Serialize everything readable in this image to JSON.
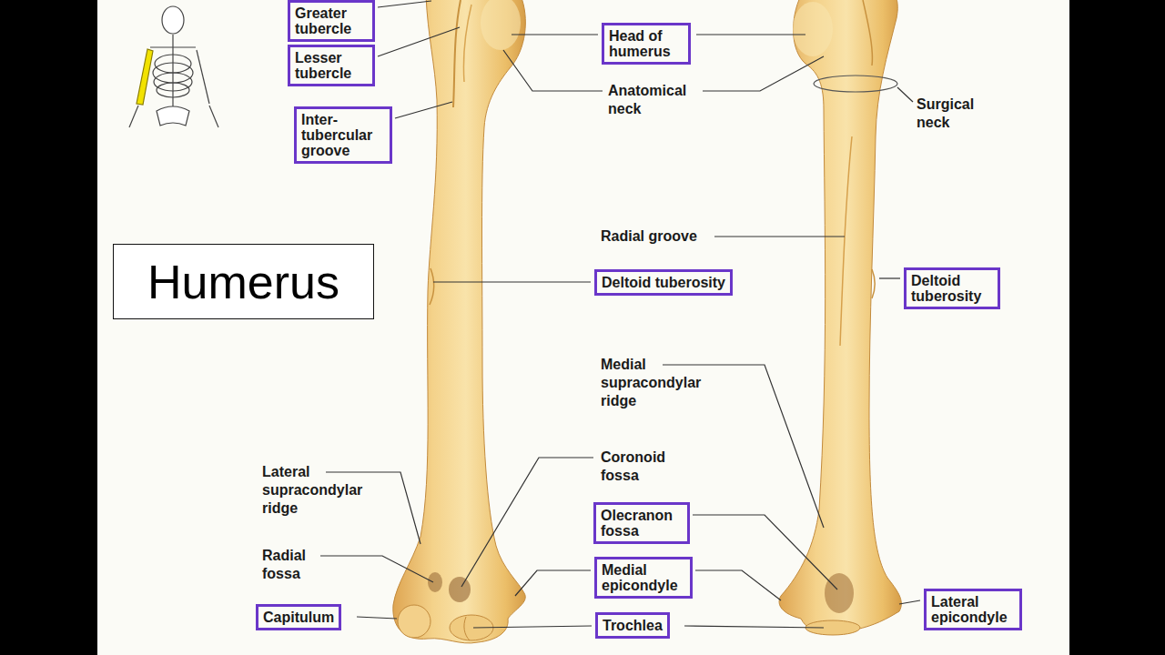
{
  "diagram": {
    "title": "Humerus",
    "nodes": [
      {
        "text": [
          "Greater tubercle"
        ]
      },
      {
        "text": [
          "Lesser tubercle"
        ]
      },
      {
        "text": [
          "Head of humerus"
        ]
      },
      {
        "text": [
          "Inter- tubercular groove"
        ]
      },
      {
        "text": [
          "Deltoid tuberosity"
        ]
      },
      {
        "text": [
          "Deltoid tuberosity"
        ]
      },
      {
        "text": [
          "Olecranon fossa"
        ]
      },
      {
        "text": [
          "Medial epicondyle"
        ]
      },
      {
        "text": [
          "Lateral epicondyle"
        ]
      },
      {
        "text": [
          "Capitulum"
        ]
      },
      {
        "text": [
          "Trochlea"
        ]
      }
    ],
    "labels": [
      "Anatomical neck",
      "Surgical neck",
      "Radial groove",
      "Medial supracondylar ridge",
      "Coronoid fossa",
      "Lateral supracondylar ridge",
      "Radial fossa"
    ]
  }
}
